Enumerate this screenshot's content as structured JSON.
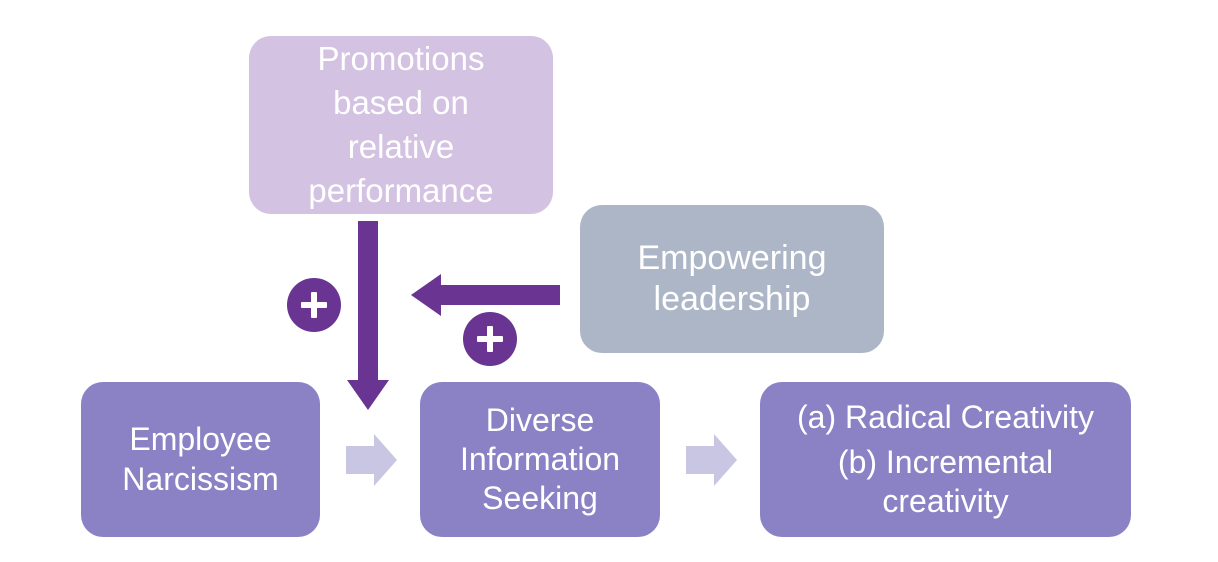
{
  "diagram": {
    "nodes": {
      "promotions": {
        "lines": [
          "Promotions",
          "based on",
          "relative",
          "performance"
        ]
      },
      "empowering": {
        "lines": [
          "Empowering",
          "leadership"
        ]
      },
      "narcissism": {
        "lines": [
          "Employee",
          "Narcissism"
        ]
      },
      "info_seeking": {
        "lines": [
          "Diverse",
          "Information",
          "Seeking"
        ]
      },
      "creativity": {
        "line_a": "(a) Radical Creativity",
        "line_b": [
          "(b) Incremental",
          "creativity"
        ]
      }
    },
    "edges": [
      {
        "from": "narcissism",
        "to": "info_seeking",
        "type": "causal"
      },
      {
        "from": "info_seeking",
        "to": "creativity",
        "type": "causal"
      },
      {
        "from": "promotions",
        "to": "narcissism-info_seeking path",
        "type": "moderation",
        "sign": "positive"
      },
      {
        "from": "empowering",
        "to": "promotions moderation",
        "type": "moderation",
        "sign": "positive"
      }
    ],
    "signs": {
      "promotions_effect": "+",
      "empowering_effect": "+"
    },
    "colors": {
      "main_box": "#8a82c5",
      "promotions_box": "#d3c2e1",
      "empowering_box": "#adb6c7",
      "moderator_arrow": "#6a3592",
      "flow_arrow": "#c9c6e3",
      "text": "#ffffff"
    }
  }
}
